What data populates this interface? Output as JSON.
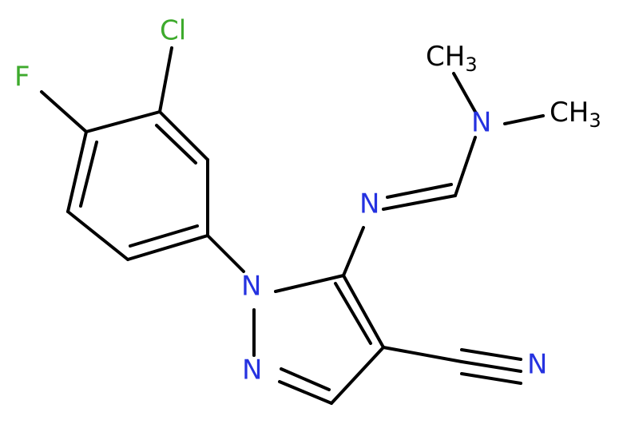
{
  "atoms": {
    "cl": "Cl",
    "f": "F",
    "n_imine": "N",
    "n_amine": "N",
    "ch3_top": "CH",
    "ch3_top_sub": "3",
    "ch3_right": "CH",
    "ch3_right_sub": "3",
    "n1": "N",
    "n2": "N",
    "n_nitrile": "N"
  },
  "colors": {
    "bond": "#000000",
    "nitrogen": "#2532e0",
    "chlorine": "#3daa2c",
    "fluorine": "#3daa2c",
    "carbon": "#000000"
  }
}
